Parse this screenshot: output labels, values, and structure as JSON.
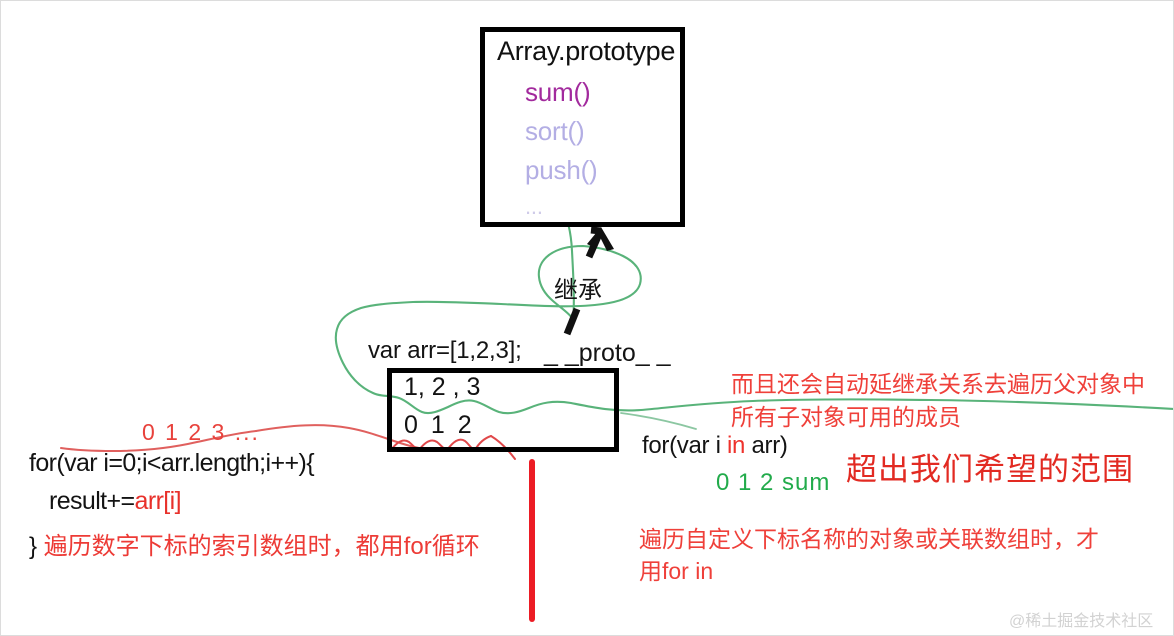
{
  "diagram": {
    "prototype_box": {
      "title": "Array.prototype",
      "members": [
        "sum()",
        "sort()",
        "push()",
        "..."
      ]
    },
    "inherit_label": "继承",
    "var_declaration": "var arr=[1,2,3];",
    "proto_word": "_ _proto_ _",
    "array_box": {
      "values_row": "1, 2 , 3",
      "index_row": "0  1   2"
    },
    "index_hint": "0 1 2 3 ...",
    "for_loop": {
      "line1": "for(var i=0;i<arr.length;i++){",
      "line2_prefix": "result+=",
      "line2_suffix": "arr[i]",
      "line3_brace": "} ",
      "line3_text": "遍历数字下标的索引数组时，都用for循环"
    },
    "notes": {
      "note1_line1": "而且还会自动延继承关系去遍历父对象中",
      "note1_line2": "所有子对象可用的成员",
      "note2_line1": "遍历自定义下标名称的对象或关联数组时，才",
      "note2_line2": "用for  in"
    },
    "for_in": {
      "prefix": "for(var i ",
      "keyword": "in",
      "suffix": " arr)",
      "output": "0 1 2 sum"
    },
    "exceed_text": "超出我们希望的范围",
    "watermark": "@稀土掘金技术社区",
    "colors": {
      "member_active": "#a22a9d",
      "member_faded": "#b3aee4",
      "red": "#ee3a34",
      "green": "#22ab4b",
      "black": "#121212",
      "green_curve": "#59b37a",
      "red_curve": "#e0605e"
    }
  }
}
